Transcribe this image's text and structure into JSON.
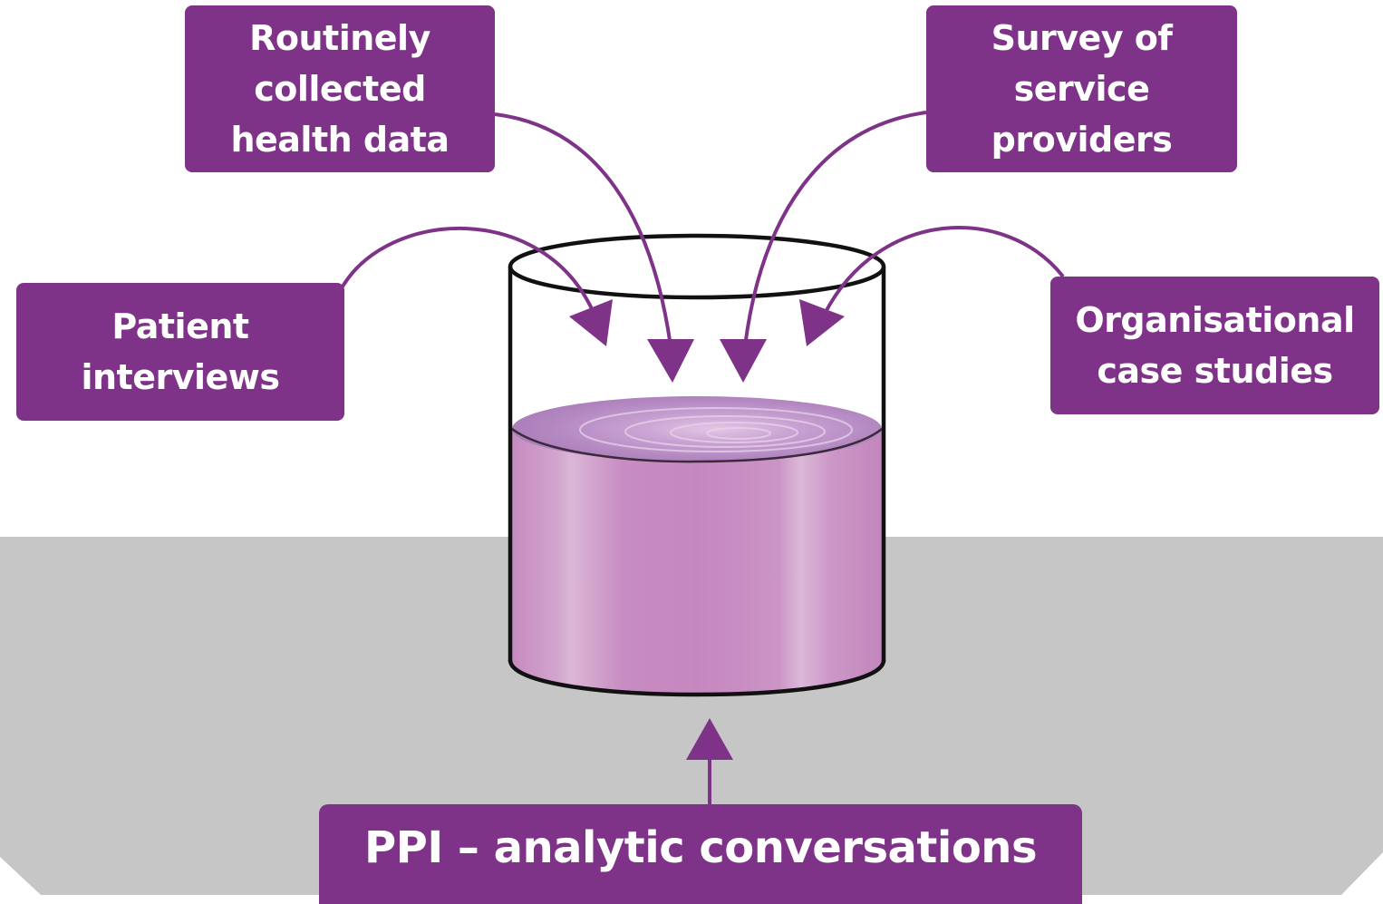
{
  "colors": {
    "box_fill": "#7e3388",
    "box_text": "#ffffff",
    "arrow": "#7e3388",
    "floor": "#c6c6c6",
    "liquid": "#c98cc0",
    "liquid_surface": "#b98bc8",
    "container_outline": "#111111"
  },
  "sources": {
    "routinely": "Routinely\ncollected\nhealth data",
    "survey": "Survey of\nservice\nproviders",
    "patient": "Patient\ninterviews",
    "organisational": "Organisational\ncase studies"
  },
  "ppi": {
    "label": "PPI – analytic conversations"
  },
  "icons": {
    "container": "beaker-icon",
    "arrows": "curved-arrow-icon"
  }
}
